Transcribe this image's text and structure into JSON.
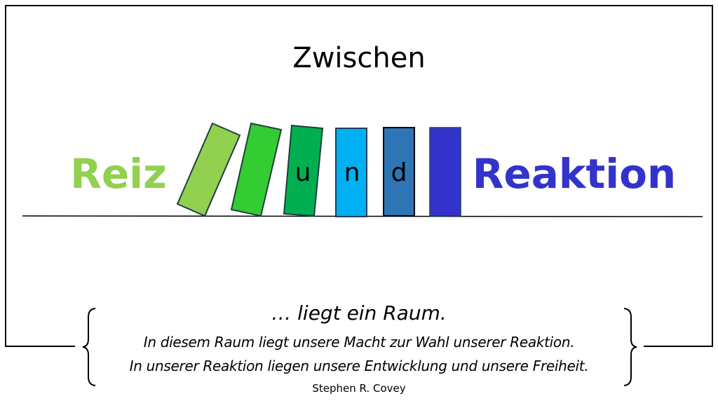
{
  "title": "Zwischen",
  "left_word": "Reiz",
  "right_word": "Reaktion",
  "domino_letters": [
    "u",
    "n",
    "d"
  ],
  "colors": {
    "reiz": "#92d050",
    "reaktion": "#3333cc",
    "dominoes": [
      "#92d050",
      "#33cc33",
      "#00b050",
      "#00b0f0",
      "#2e75b6",
      "#3333cc"
    ]
  },
  "quote": {
    "lead": "… liegt ein Raum.",
    "line1": "In diesem Raum liegt unsere Macht zur Wahl unserer Reaktion.",
    "line2": "In unserer Reaktion liegen unsere Entwicklung und unsere Freiheit.",
    "author": "Stephen R. Covey"
  }
}
